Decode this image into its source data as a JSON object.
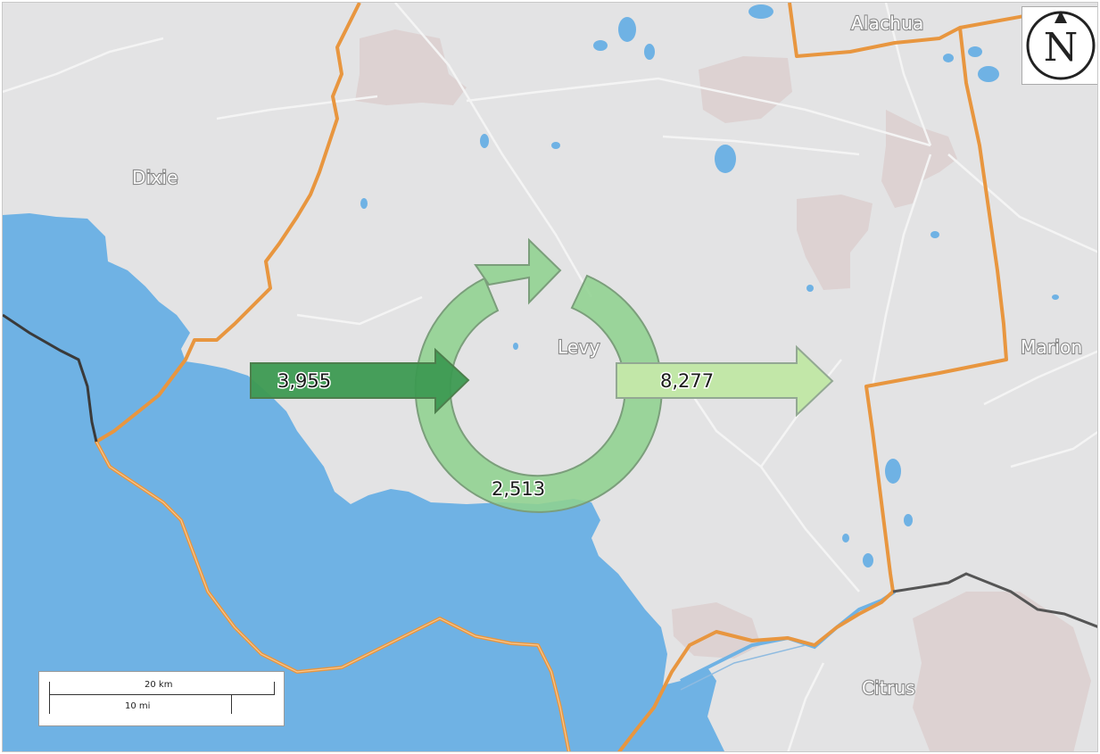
{
  "map": {
    "counties": {
      "dixie": "Dixie",
      "levy": "Levy",
      "alachua": "Alachua",
      "marion": "Marion",
      "citrus": "Citrus"
    },
    "flows": {
      "inflow": "3,955",
      "outflow": "8,277",
      "internal": "2,513"
    },
    "scale": {
      "metric": "20 km",
      "imperial": "10 mi"
    },
    "north_symbol": "N",
    "colors": {
      "water": "#6fb2e4",
      "land": "#e3e3e4",
      "urban": "#ddd2d2",
      "county_border": "#f1a04c",
      "state_border": "#3a3a3a",
      "inflow_arrow": "#3d9a52",
      "outflow_arrow": "#c2e7a8",
      "internal_ring": "#8fd18f"
    }
  }
}
